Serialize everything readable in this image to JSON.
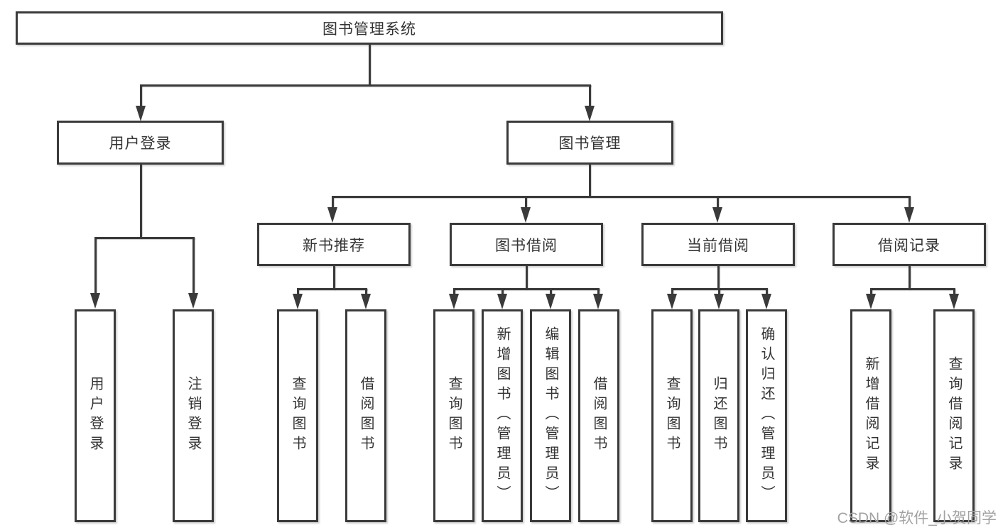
{
  "colors": {
    "line": "#3a3a3a",
    "text": "#333333",
    "watermark": "#a2a2a2",
    "background": "#ffffff"
  },
  "tree": {
    "root": {
      "label": "图书管理系统"
    },
    "branches": [
      {
        "label": "用户登录",
        "children": [
          {
            "label": "用户登录"
          },
          {
            "label": "注销登录"
          }
        ]
      },
      {
        "label": "图书管理",
        "children": [
          {
            "label": "新书推荐",
            "children": [
              {
                "label": "查询图书"
              },
              {
                "label": "借阅图书"
              }
            ]
          },
          {
            "label": "图书借阅",
            "children": [
              {
                "label": "查询图书"
              },
              {
                "label": "新增图书（管理员）"
              },
              {
                "label": "编辑图书（管理员）"
              },
              {
                "label": "借阅图书"
              }
            ]
          },
          {
            "label": "当前借阅",
            "children": [
              {
                "label": "查询图书"
              },
              {
                "label": "归还图书"
              },
              {
                "label": "确认归还（管理员）"
              }
            ]
          },
          {
            "label": "借阅记录",
            "children": [
              {
                "label": "新增借阅记录"
              },
              {
                "label": "查询借阅记录"
              }
            ]
          }
        ]
      }
    ]
  },
  "watermark": {
    "text": "CSDN @软件_小贺同学"
  }
}
